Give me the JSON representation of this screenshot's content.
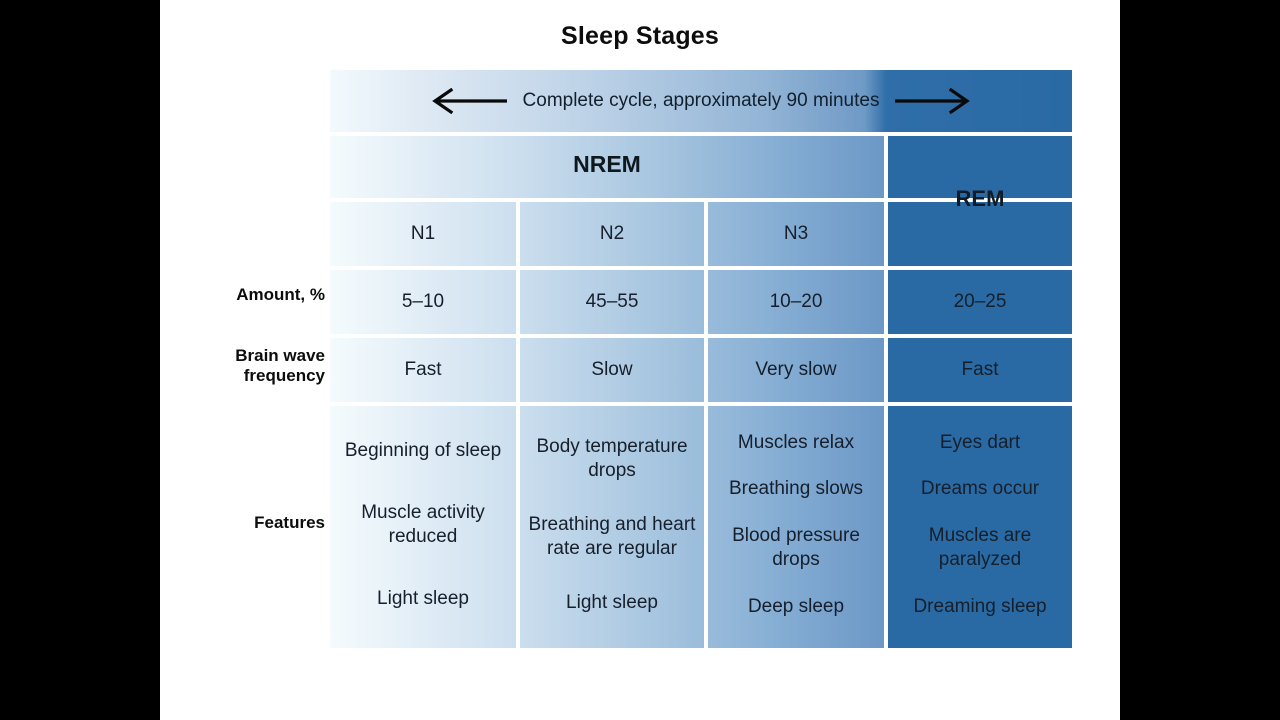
{
  "slide": {
    "title": "Sleep Stages"
  },
  "banner": {
    "text": "Complete cycle, approximately 90 minutes",
    "left_arrow": "left-arrow-icon",
    "right_arrow": "right-arrow-icon"
  },
  "colors": {
    "rem_blue": "#2a6aa4",
    "nrem_gradient_start": "#f4fbfd",
    "nrem_gradient_end": "#6b97c6",
    "text_dark": "#161f2b",
    "letterbox": "#000000"
  },
  "table": {
    "group_headers": [
      {
        "label": "NREM",
        "span": 3
      },
      {
        "label": "REM",
        "span": 1
      }
    ],
    "columns": [
      "N1",
      "N2",
      "N3",
      "REM"
    ],
    "row_labels": [
      "Amount, %",
      "Brain wave frequency",
      "Features"
    ],
    "rows": [
      {
        "label": "Amount, %",
        "values": [
          "5–10",
          "45–55",
          "10–20",
          "20–25"
        ]
      },
      {
        "label": "Brain wave frequency",
        "values": [
          "Fast",
          "Slow",
          "Very slow",
          "Fast"
        ]
      }
    ],
    "features": {
      "label": "Features",
      "columns": [
        {
          "stage": "N1",
          "items": [
            "Beginning of sleep",
            "Muscle activity reduced",
            "Light sleep"
          ]
        },
        {
          "stage": "N2",
          "items": [
            "Body temperature drops",
            "Breathing and heart rate are regular",
            "Light sleep"
          ]
        },
        {
          "stage": "N3",
          "items": [
            "Muscles relax",
            "Breathing slows",
            "Blood pressure drops",
            "Deep sleep"
          ]
        },
        {
          "stage": "REM",
          "items": [
            "Eyes dart",
            "Dreams occur",
            "Muscles are paralyzed",
            "Dreaming sleep"
          ]
        }
      ]
    }
  }
}
